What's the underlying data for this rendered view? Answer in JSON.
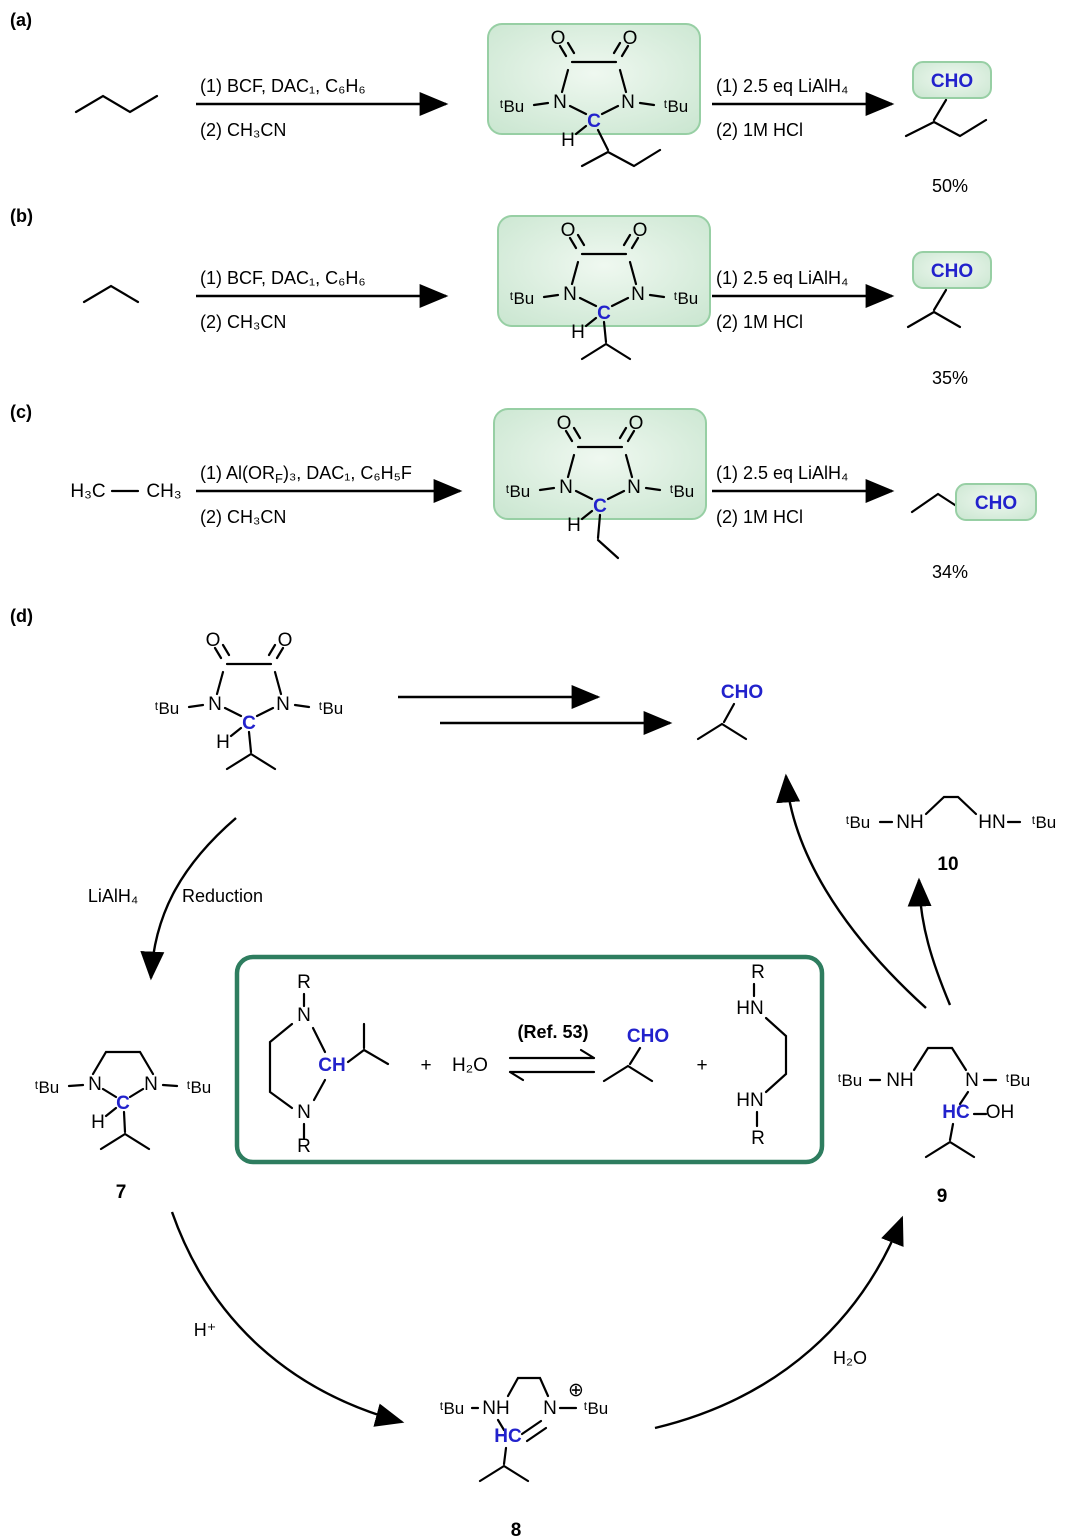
{
  "colors": {
    "blue": "#2222cc",
    "hl_edge": "#97cfa4",
    "hl_fill_center": "#eff8f0",
    "hl_fill_edge": "#c6e4cd",
    "box_stroke": "#2e7d5f"
  },
  "panels": {
    "a": "(a)",
    "b": "(b)",
    "c": "(c)",
    "d": "(d)"
  },
  "atoms": {
    "O": "O",
    "N": "N",
    "C": "C",
    "H": "H",
    "CH": "CH",
    "HC": "HC",
    "CHO": "CHO",
    "tBu": "ᵗBu",
    "R": "R",
    "NH": "NH",
    "HN": "HN",
    "OH": "OH",
    "H3C": "H₃C",
    "CH3": "CH₃",
    "plus": "+",
    "oplus": "⊕"
  },
  "reaction_a": {
    "cond1_line1": "(1) BCF, DAC₁, C₆H₆",
    "cond1_line2": "(2) CH₃CN",
    "cond2_line1": "(1) 2.5 eq LiAlH₄",
    "cond2_line2": "(2) 1M HCl",
    "yield": "50%"
  },
  "reaction_b": {
    "cond1_line1": "(1) BCF, DAC₁, C₆H₆",
    "cond1_line2": "(2) CH₃CN",
    "cond2_line1": "(1) 2.5 eq LiAlH₄",
    "cond2_line2": "(2) 1M HCl",
    "yield": "35%"
  },
  "reaction_c": {
    "cond1_pre": "(1) Al(OR",
    "cond1_sub": "F",
    "cond1_post": ")₃, DAC₁, C₆H₅F",
    "cond1_line2": "(2) CH₃CN",
    "cond2_line1": "(1) 2.5 eq LiAlH₄",
    "cond2_line2": "(2) 1M HCl",
    "yield": "34%"
  },
  "cycle": {
    "reduction_reagent": "LiAlH₄",
    "reduction_word": "Reduction",
    "h_plus": "H⁺",
    "h2o": "H₂O",
    "ref": "(Ref. 53)",
    "n7": "7",
    "n8": "8",
    "n9": "9",
    "n10": "10"
  }
}
